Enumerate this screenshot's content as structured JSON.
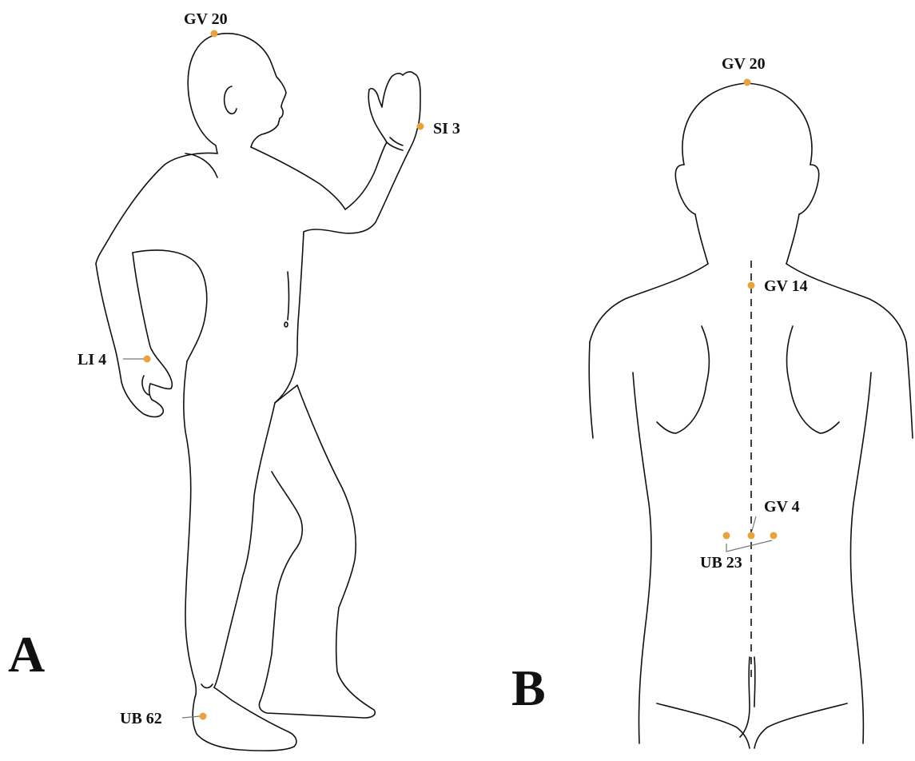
{
  "colors": {
    "point": "#E8A33C",
    "outline": "#111111",
    "leader": "#777777"
  },
  "panels": [
    {
      "label": "A",
      "points": [
        {
          "id": "gv20",
          "label": "GV 20"
        },
        {
          "id": "si3",
          "label": "SI 3"
        },
        {
          "id": "li4",
          "label": "LI 4"
        },
        {
          "id": "ub62",
          "label": "UB 62"
        }
      ]
    },
    {
      "label": "B",
      "points": [
        {
          "id": "gv20",
          "label": "GV 20"
        },
        {
          "id": "gv14",
          "label": "GV 14"
        },
        {
          "id": "gv4",
          "label": "GV 4"
        },
        {
          "id": "ub23",
          "label": "UB 23"
        }
      ]
    }
  ]
}
